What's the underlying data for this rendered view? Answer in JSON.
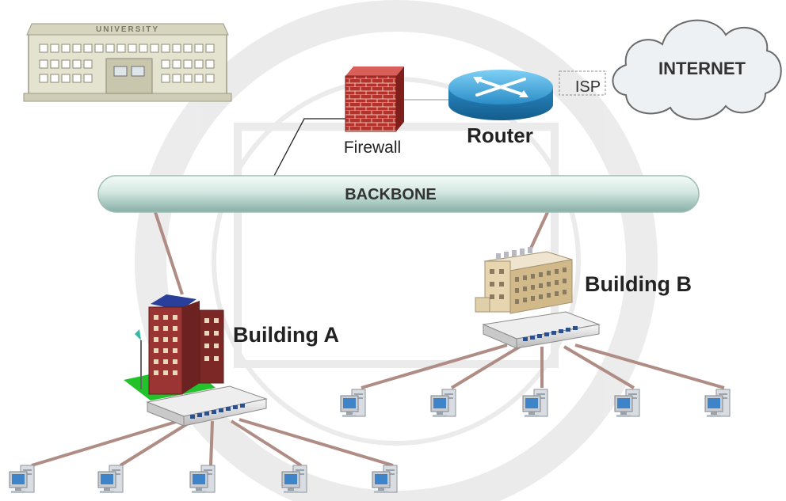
{
  "diagram": {
    "university_sign": "UNIVERSITY",
    "cloud_label": "INTERNET",
    "isp_label": "ISP",
    "router_label": "Router",
    "firewall_label": "Firewall",
    "backbone_label": "BACKBONE",
    "building_a_label": "Building A",
    "building_b_label": "Building B"
  },
  "colors": {
    "link": "#b08d84",
    "backbone_top": "#eef7f4",
    "backbone_bottom": "#8fb5ac",
    "router": "#2b8fc9",
    "firewall": "#b0302a",
    "building_a": "#8c2c2c",
    "building_b": "#d8c29c",
    "grass": "#22c22a"
  }
}
